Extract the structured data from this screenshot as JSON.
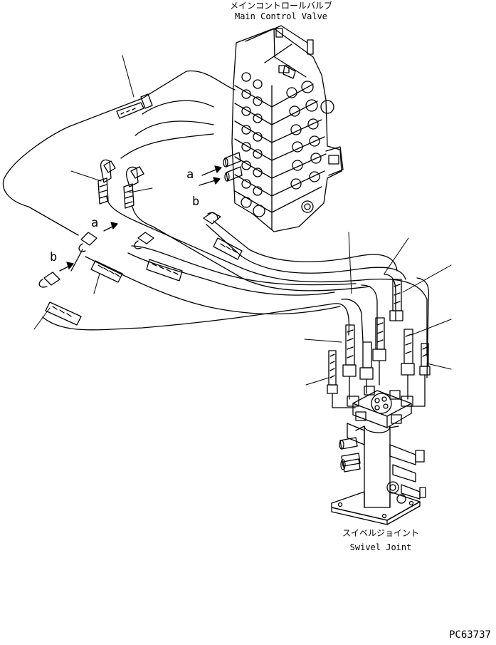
{
  "labels": {
    "main_valve_jp": "メインコントロールバルブ",
    "main_valve_en": "Main Control Valve",
    "swivel_jp": "スイベルジョイント",
    "swivel_en": "Swivel Joint",
    "drawing_code": "PC63737",
    "marker_a": "a",
    "marker_b": "b"
  }
}
